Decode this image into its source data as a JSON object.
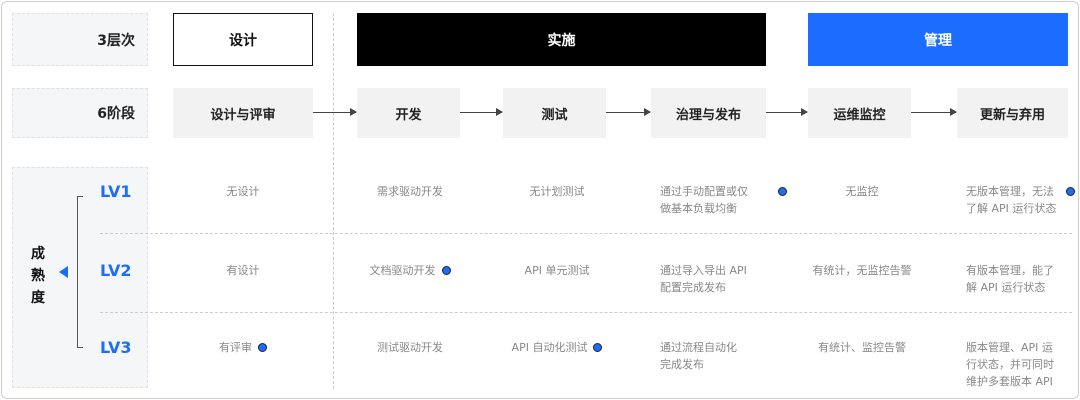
{
  "row_labels": {
    "layers": "3层次",
    "stages": "6阶段",
    "maturity": "成熟度"
  },
  "layers": {
    "design": "设计",
    "implementation": "实施",
    "management": "管理"
  },
  "stages": [
    "设计与评审",
    "开发",
    "测试",
    "治理与发布",
    "运维监控",
    "更新与弃用"
  ],
  "levels": [
    {
      "label": "LV1",
      "cells": [
        {
          "text": "无设计",
          "marked": false
        },
        {
          "text": "需求驱动开发",
          "marked": false
        },
        {
          "text": "无计划测试",
          "marked": false
        },
        {
          "text": "通过手动配置或仅\n做基本负载均衡",
          "marked": true
        },
        {
          "text": "无监控",
          "marked": false
        },
        {
          "text": "无版本管理，无法\n了解 API 运行状态",
          "marked": true
        }
      ]
    },
    {
      "label": "LV2",
      "cells": [
        {
          "text": "有设计",
          "marked": false
        },
        {
          "text": "文档驱动开发",
          "marked": true
        },
        {
          "text": "API 单元测试",
          "marked": false
        },
        {
          "text": "通过导入导出 API\n配置完成发布",
          "marked": false
        },
        {
          "text": "有统计，无监控告警",
          "marked": false
        },
        {
          "text": "有版本管理，能了\n解 API 运行状态",
          "marked": false
        }
      ]
    },
    {
      "label": "LV3",
      "cells": [
        {
          "text": "有评审",
          "marked": true
        },
        {
          "text": "测试驱动开发",
          "marked": false
        },
        {
          "text": "API 自动化测试",
          "marked": true
        },
        {
          "text": "通过流程自动化\n完成发布",
          "marked": false
        },
        {
          "text": "有统计、监控告警",
          "marked": false
        },
        {
          "text": "版本管理、API 运\n行状态，并可同时\n维护多套版本 API",
          "marked": false
        }
      ]
    }
  ],
  "colors": {
    "accent": "#1a6dff",
    "black": "#000000"
  }
}
